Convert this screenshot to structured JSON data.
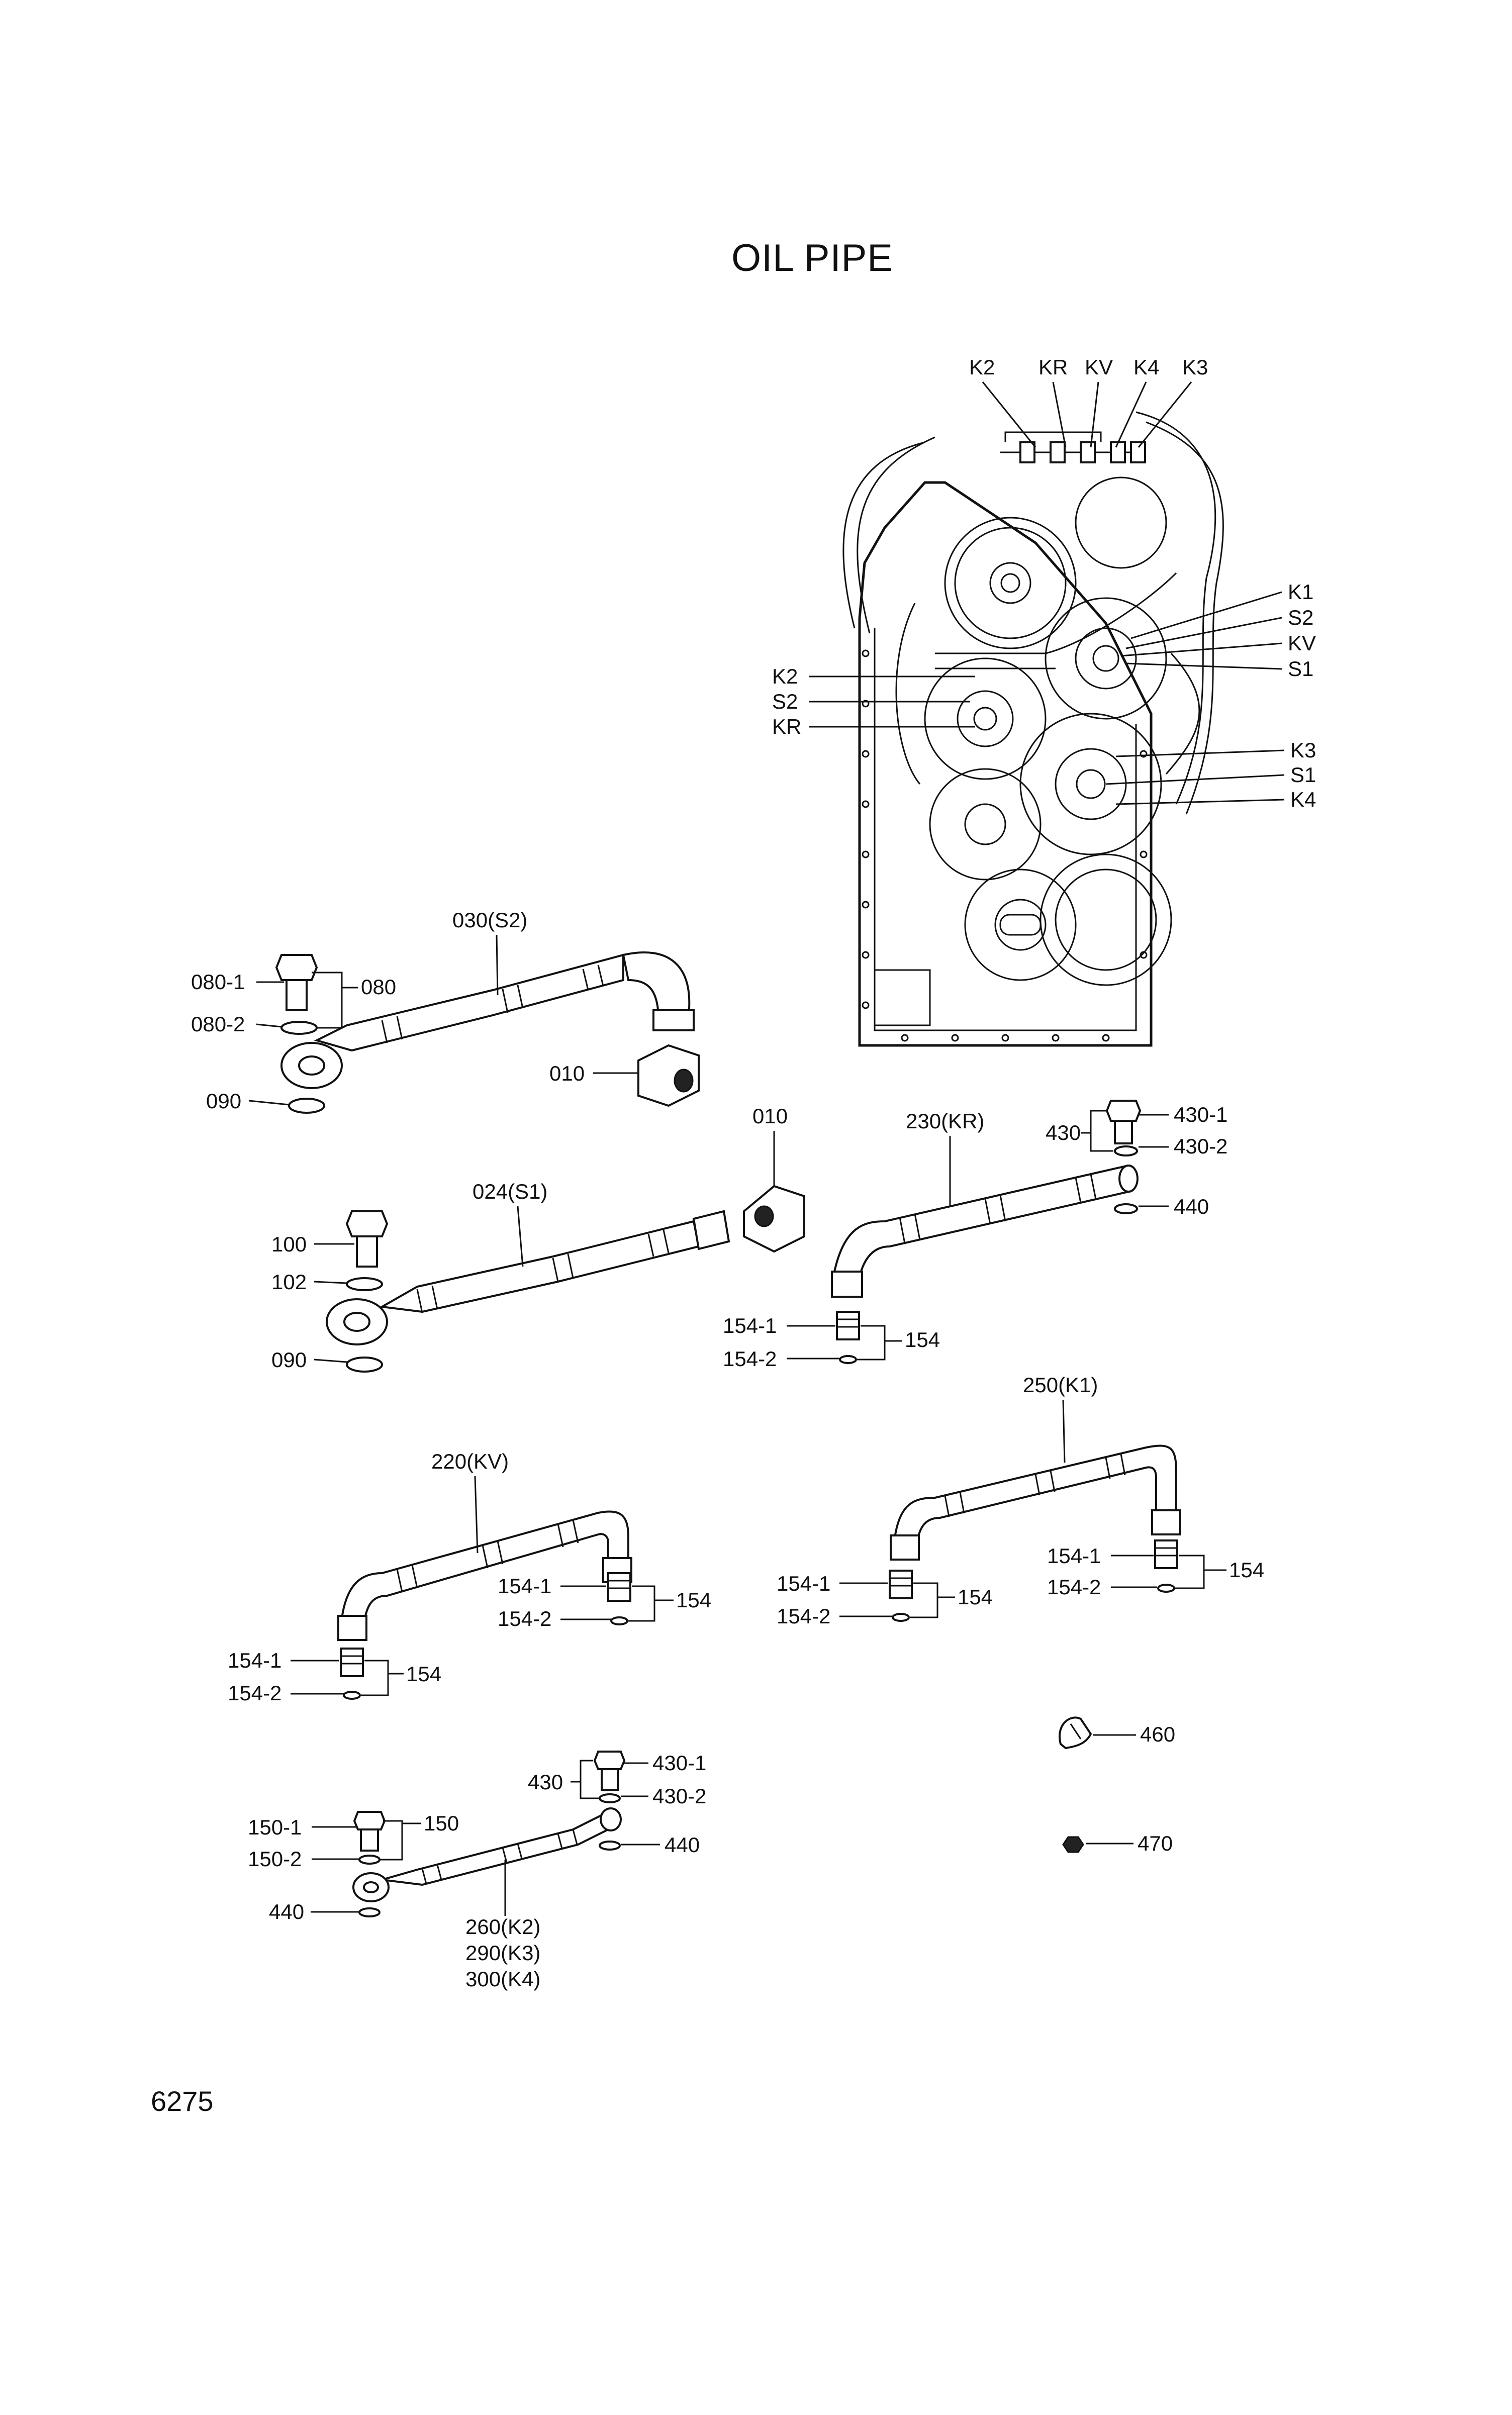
{
  "title": "OIL PIPE",
  "page_number": "6275",
  "callouts": {
    "housing_top": [
      "K2",
      "KR",
      "KV",
      "K4",
      "K3"
    ],
    "housing_right_upper": [
      "K1",
      "S2",
      "KV",
      "S1"
    ],
    "housing_left": [
      "K2",
      "S2",
      "KR"
    ],
    "housing_right_lower": [
      "K3",
      "S1",
      "K4"
    ],
    "p030": "030(S2)",
    "p080_1": "080-1",
    "p080": "080",
    "p080_2": "080-2",
    "p090a": "090",
    "p010a": "010",
    "p010b": "010",
    "p024": "024(S1)",
    "p100": "100",
    "p102": "102",
    "p090b": "090",
    "p230": "230(KR)",
    "p430": "430",
    "p430_1": "430-1",
    "p430_2": "430-2",
    "p440a": "440",
    "p154_1a": "154-1",
    "p154a": "154",
    "p154_2a": "154-2",
    "p250": "250(K1)",
    "p154_1b": "154-1",
    "p154b": "154",
    "p154_2b": "154-2",
    "p154_1c": "154-1",
    "p154c": "154",
    "p154_2c": "154-2",
    "p220": "220(KV)",
    "p154_1d": "154-1",
    "p154d": "154",
    "p154_2d": "154-2",
    "p154_1e": "154-1",
    "p154e": "154",
    "p154_2e": "154-2",
    "p460": "460",
    "p470": "470",
    "p430b": "430",
    "p430_1b": "430-1",
    "p430_2b": "430-2",
    "p150_1": "150-1",
    "p150": "150",
    "p150_2": "150-2",
    "p440b": "440",
    "p440c": "440",
    "p260": "260(K2)",
    "p290": "290(K3)",
    "p300": "300(K4)"
  }
}
